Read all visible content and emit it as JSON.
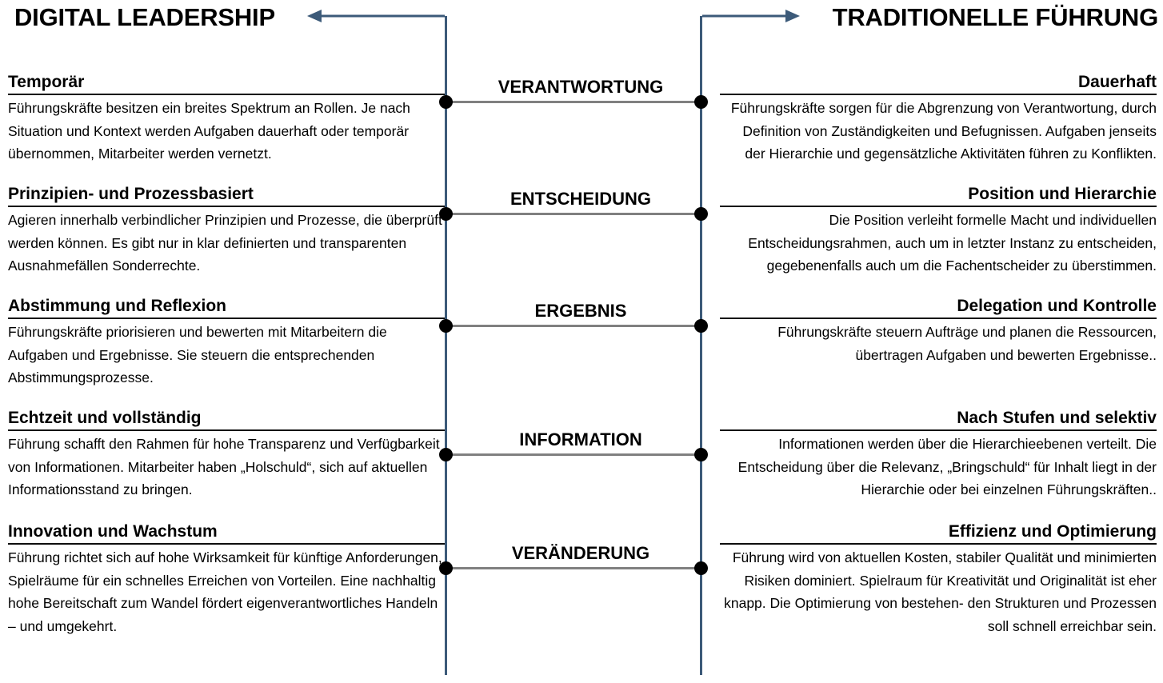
{
  "diagram": {
    "left_title": "DIGITAL LEADERSHIP",
    "right_title": "TRADITIONELLE FÜHRUNG",
    "accent_color": "#3c5a79",
    "rule_color": "#0d0d0d",
    "connector_color": "#808080",
    "node_color": "#000000",
    "left_arrow_icon": "arrow-left-icon",
    "right_arrow_icon": "arrow-right-icon"
  },
  "rows": [
    {
      "category": "VERANTWORTUNG",
      "left": {
        "heading": "Temporär",
        "body": "Führungskräfte besitzen ein breites Spektrum an Rollen. Je nach Situation und Kontext werden Aufgaben dauerhaft oder temporär übernommen, Mitarbeiter werden vernetzt."
      },
      "right": {
        "heading": "Dauerhaft",
        "body": "Führungskräfte sorgen für die Abgrenzung von Verantwortung, durch Definition von Zuständigkeiten und Befugnissen. Aufgaben jenseits der Hierarchie und gegensätzliche Aktivitäten führen zu Konflikten."
      }
    },
    {
      "category": "ENTSCHEIDUNG",
      "left": {
        "heading": "Prinzipien- und Prozessbasiert",
        "body": "Agieren innerhalb verbindlicher Prinzipien und Prozesse, die überprüft werden können. Es gibt nur in klar definierten und transparenten Ausnahmefällen Sonderrechte."
      },
      "right": {
        "heading": "Position und Hierarchie",
        "body": "Die Position verleiht formelle Macht und  individuellen Entscheidungsrahmen, auch um in letzter Instanz zu entscheiden, gegebenenfalls auch um die Fachentscheider zu überstimmen."
      }
    },
    {
      "category": "ERGEBNIS",
      "left": {
        "heading": "Abstimmung und Reflexion",
        "body": "Führungskräfte priorisieren und bewerten mit Mitarbeitern die Aufgaben und Ergebnisse. Sie steuern die entsprechenden Abstimmungsprozesse."
      },
      "right": {
        "heading": "Delegation und Kontrolle",
        "body": "Führungskräfte steuern Aufträge und planen die Ressourcen, übertragen Aufgaben und bewerten Ergebnisse.."
      }
    },
    {
      "category": "INFORMATION",
      "left": {
        "heading": "Echtzeit und vollständig",
        "body": "Führung schafft den Rahmen für hohe Transparenz und Verfügbarkeit von Informationen. Mitarbeiter haben „Holschuld“, sich auf aktuellen Informationsstand zu bringen."
      },
      "right": {
        "heading": "Nach Stufen und selektiv",
        "body": "Informationen werden über die Hierarchieebenen verteilt. Die Entscheidung über die Relevanz, „Bringschuld“ für Inhalt liegt in der Hierarchie oder bei einzelnen Führungskräften.."
      }
    },
    {
      "category": "VERÄNDERUNG",
      "left": {
        "heading": "Innovation und Wachstum",
        "body": "Führung richtet sich auf hohe Wirksamkeit für künftige Anforderungen, Spielräume für ein schnelles Erreichen von Vorteilen. Eine nachhaltig hohe Bereitschaft zum Wandel fördert eigenverantwortliches Handeln – und umgekehrt."
      },
      "right": {
        "heading": "Effizienz und Optimierung",
        "body": "Führung wird von aktuellen Kosten, stabiler Qualität und minimierten Risiken dominiert. Spielraum für Kreativität und Originalität ist eher knapp. Die Optimierung von bestehen- den Strukturen und Prozessen soll schnell erreichbar sein."
      }
    }
  ]
}
